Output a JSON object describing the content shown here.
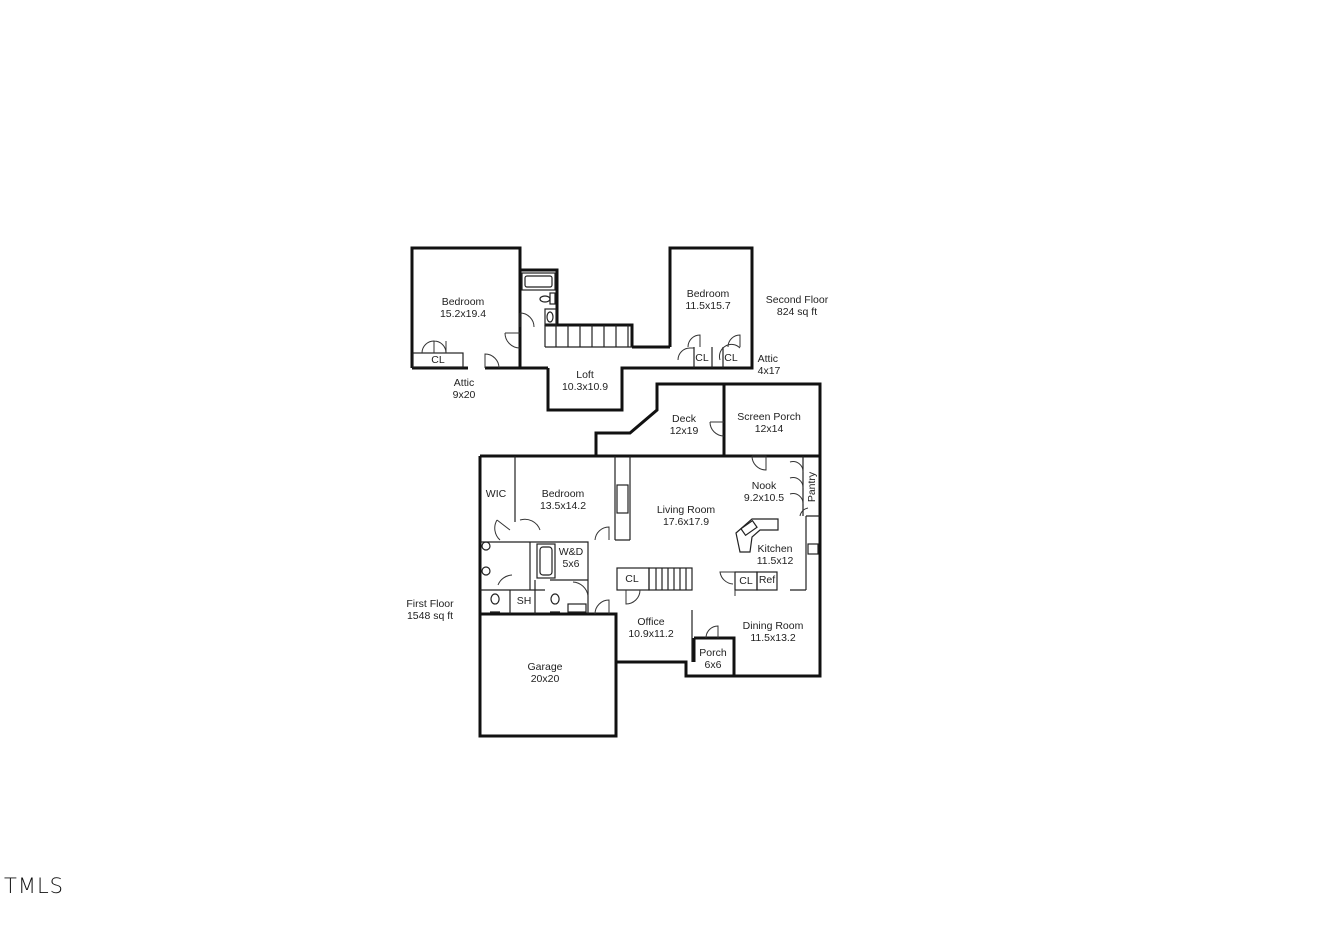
{
  "floorplan": {
    "second_floor": {
      "title": "Second Floor",
      "area": "824 sq ft",
      "rooms": [
        {
          "name": "Bedroom",
          "size": "15.2x19.4"
        },
        {
          "name": "Bedroom",
          "size": "11.5x15.7"
        },
        {
          "name": "Loft",
          "size": "10.3x10.9"
        },
        {
          "name": "Attic",
          "size": "9x20"
        },
        {
          "name": "Attic",
          "size": "4x17"
        }
      ],
      "closets": [
        "CL",
        "CL",
        "CL"
      ]
    },
    "first_floor": {
      "title": "First Floor",
      "area": "1548 sq ft",
      "rooms": [
        {
          "name": "Deck",
          "size": "12x19"
        },
        {
          "name": "Screen Porch",
          "size": "12x14"
        },
        {
          "name": "Bedroom",
          "size": "13.5x14.2"
        },
        {
          "name": "Living Room",
          "size": "17.6x17.9"
        },
        {
          "name": "Nook",
          "size": "9.2x10.5"
        },
        {
          "name": "Kitchen",
          "size": "11.5x12"
        },
        {
          "name": "W&D",
          "size": "5x6"
        },
        {
          "name": "Office",
          "size": "10.9x11.2"
        },
        {
          "name": "Dining Room",
          "size": "11.5x13.2"
        },
        {
          "name": "Porch",
          "size": "6x6"
        },
        {
          "name": "Garage",
          "size": "20x20"
        }
      ],
      "labels": {
        "wic": "WIC",
        "sh": "SH",
        "pantry": "Pantry",
        "cl_office": "CL",
        "cl_kitchen": "CL",
        "ref": "Ref"
      }
    }
  },
  "watermark": "TMLS"
}
